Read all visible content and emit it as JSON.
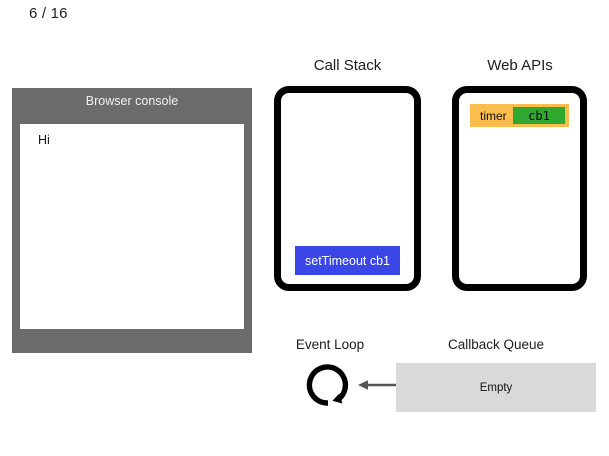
{
  "slide": {
    "counter": "6 / 16"
  },
  "console": {
    "title": "Browser console",
    "lines": [
      "Hi"
    ]
  },
  "call_stack": {
    "heading": "Call Stack",
    "frames": [
      "setTimeout cb1"
    ],
    "frame_color": "#3a46e5"
  },
  "web_apis": {
    "heading": "Web APIs",
    "entries": [
      {
        "label": "timer",
        "badge": "cb1",
        "row_color": "#fbbe4e",
        "badge_color": "#2fa82f"
      }
    ]
  },
  "event_loop": {
    "heading": "Event Loop",
    "icon": "circular-arrow-icon"
  },
  "callback_queue": {
    "heading": "Callback Queue",
    "status": "Empty",
    "background": "#d9d9d9"
  },
  "connector": {
    "icon": "left-arrow-icon"
  }
}
